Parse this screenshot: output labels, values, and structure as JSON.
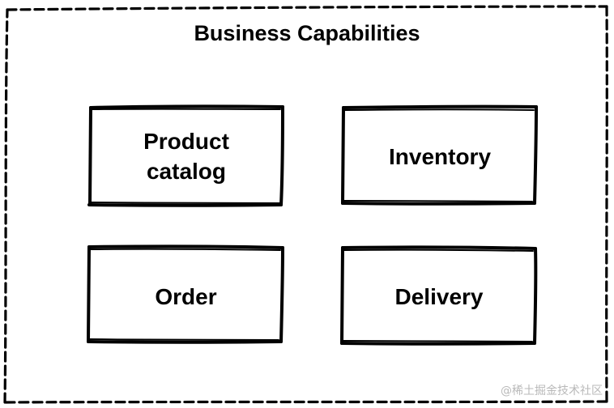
{
  "title": "Business Capabilities",
  "boxes": {
    "product_catalog": [
      "Product",
      "catalog"
    ],
    "inventory": "Inventory",
    "order": "Order",
    "delivery": "Delivery"
  },
  "watermark": "@稀土掘金技术社区",
  "colors": {
    "stroke": "#000000",
    "background": "#ffffff",
    "watermark": "#b9b9b9"
  }
}
